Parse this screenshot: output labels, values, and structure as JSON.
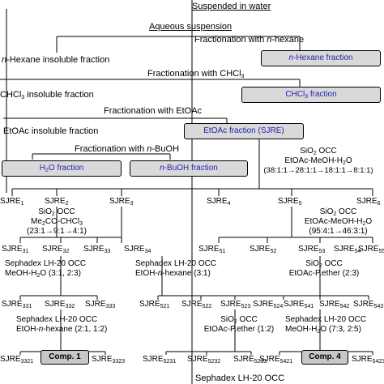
{
  "diagram": {
    "top": {
      "suspended": "Suspended in water",
      "aqueous": "Aqueous suspension"
    },
    "steps": {
      "hexane": {
        "prefix": "Fractionation with ",
        "italic": "n",
        "suffix": "-hexane"
      },
      "chcl3": {
        "text": "Fractionation with CHCl",
        "sub": "3"
      },
      "etoac": {
        "text": "Fractionation with EtOAc"
      },
      "buoh": {
        "prefix": "Fractionation with ",
        "italic": "n",
        "suffix": "-BuOH"
      }
    },
    "insoluble": {
      "hexane": {
        "italic": "n",
        "suffix": "-Hexane insoluble fraction"
      },
      "chcl3": {
        "pre": "CHCl",
        "sub": "3",
        "suffix": " insoluble fraction"
      },
      "etoac": {
        "text": "EtOAc insoluble fraction"
      }
    },
    "fractions": {
      "hexane": {
        "italic": "n",
        "suffix": "-Hexane fraction"
      },
      "chcl3": {
        "pre": "CHCl",
        "sub": "3",
        "suffix": " fraction"
      },
      "etoac": {
        "text": "EtOAc fraction (SJRE)"
      },
      "h2o": {
        "pre": "H",
        "sub": "2",
        "suffix": "O fraction"
      },
      "buoh": {
        "italic": "n",
        "suffix": "-BuOH fraction"
      }
    },
    "methods": {
      "m1": {
        "l1": "SiO",
        "l1sub": "2",
        "l1b": " OCC",
        "l2": "EtOAc-MeOH-H",
        "l2sub": "2",
        "l2b": "O",
        "l3": "(38:1:1→28:1:1→18:1:1→8:1:1)"
      },
      "m2": {
        "l1": "SiO",
        "l1sub": "2",
        "l1b": " OCC",
        "l2a": "Me",
        "l2sub": "2",
        "l2b": "CO-CHCl",
        "l2sub2": "3",
        "l3": "(23:1→9:1→4:1)"
      },
      "m3": {
        "l1": "SiO",
        "l1sub": "2",
        "l1b": " OCC",
        "l2": "EtOAc-MeOH-H",
        "l2sub": "2",
        "l2b": "O",
        "l3": "(95:4:1→46:3:1)"
      },
      "m4": {
        "l1": "Sephadex LH-20 OCC",
        "l2": "MeOH-H",
        "l2sub": "2",
        "l2b": "O (3:1, 2:3)"
      },
      "m5": {
        "l1": "Sephadex LH-20 OCC",
        "l2a": "EtOH-",
        "l2i": "n",
        "l2b": "-hexane (3:1)"
      },
      "m6": {
        "l1": "SiO",
        "l1sub": "2",
        "l1b": " OCC",
        "l2": "EtOAc-P.ether (2:3)"
      },
      "m7": {
        "l1": "SiO",
        "l1sub": "2",
        "l1b": " OCC",
        "l2": "EtOAc-P.ether (1:2)"
      },
      "m8": {
        "l1": "Sephadex LH-20 OCC",
        "l2a": "EtOH-",
        "l2i": "n",
        "l2b": "-hexane (2:1, 1:2)"
      },
      "m9": {
        "l1": "Sephadex LH-20 OCC",
        "l2": "MeOH-H",
        "l2sub": "2",
        "l2b": "O (7:3, 2:5)"
      },
      "m10": {
        "l1": "Sephadex LH-20 OCC"
      }
    },
    "sjre": {
      "base": "SJRE",
      "subs": {
        "s1": "1",
        "s2": "2",
        "s3": "3",
        "s4": "4",
        "s5": "5",
        "s6": "6",
        "s31": "31",
        "s32": "32",
        "s33": "33",
        "s34": "34",
        "s51": "51",
        "s52": "52",
        "s53": "53",
        "s54": "54",
        "s55": "55",
        "s331": "331",
        "s332": "332",
        "s333": "333",
        "s521": "521",
        "s522": "522",
        "s523": "523",
        "s524": "524",
        "s541": "541",
        "s542": "542",
        "s543": "543",
        "s3321": "3321",
        "s3323": "3323",
        "s5231": "5231",
        "s5232": "5232",
        "s5233": "5233",
        "s5421": "5421",
        "s5423": "5423"
      }
    },
    "compounds": {
      "comp1": "Comp. 1",
      "comp4": "Comp. 4"
    }
  }
}
